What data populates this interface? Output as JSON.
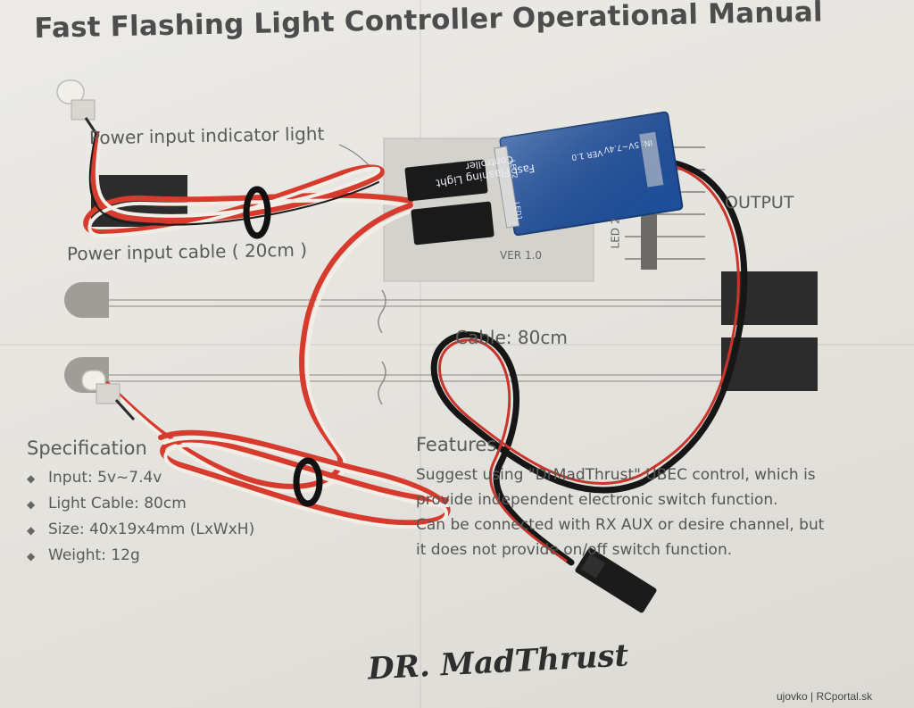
{
  "manual": {
    "title": "Fast Flashing Light Controller Operational Manual",
    "label_power_indicator": "Power input indicator light",
    "label_power_cable": "Power input cable ( 20cm )",
    "label_output": "OUTPUT",
    "label_cable": "Cable: 80cm",
    "label_ver": "VER 1.0",
    "label_led2": "LED 2"
  },
  "specifications": {
    "heading": "Specification",
    "items": [
      "Input: 5v~7.4v",
      "Light Cable: 80cm",
      "Size: 40x19x4mm (LxWxH)",
      "Weight: 12g"
    ]
  },
  "features": {
    "heading": "Features:",
    "items": [
      "Suggest using \"DrMadThrust\" UBEC control, which is",
      "provide independent electronic switch function.",
      "Can be connected with RX AUX or desire channel, but",
      "it does not provide on/off switch function."
    ]
  },
  "board": {
    "line1": "Fast Flashing Light",
    "line2": "Controller",
    "ver": "VER 1.0",
    "in": "IN: 5V~7.4V",
    "led1": "LED1",
    "led2": "LED2"
  },
  "logo_text": "DR. MadThrust",
  "credit": "ujovko | RCportal.sk",
  "colors": {
    "paper": "#e9e7e3",
    "board_blue": "#1f4f9c",
    "wire_red": "#d8362a",
    "wire_white": "#f4f1ea",
    "wire_black": "#1a1a1a",
    "text_gray": "#5a5a5a"
  }
}
